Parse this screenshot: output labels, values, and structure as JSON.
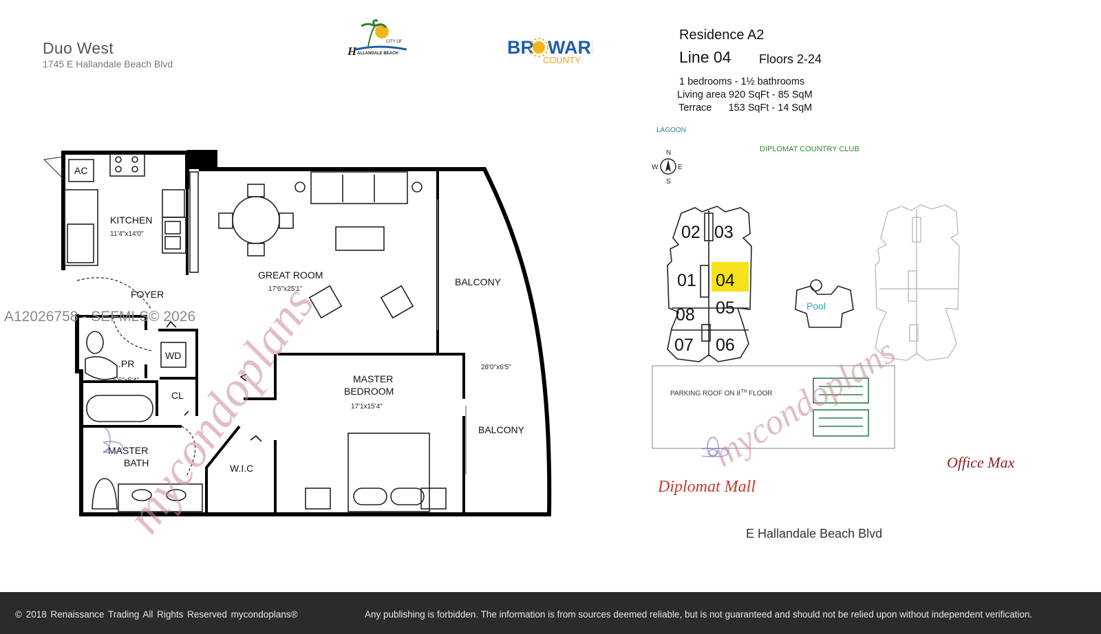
{
  "header": {
    "building": "Duo West",
    "address": "1745 E Hallandale Beach Blvd"
  },
  "logos": {
    "city_top": "CITY OF",
    "city_initial": "H",
    "city_rest": "ALLANDALE BEACH",
    "broward_left": "BR",
    "broward_right": "WARD",
    "broward_sub": "COUNTY"
  },
  "residence": {
    "name": "Residence A2",
    "line": "Line 04",
    "floors": "Floors 2-24",
    "beds_baths": "1 bedrooms - 1½ bathrooms",
    "living": "Living area 920 SqFt - 85 SqM",
    "terrace": "Terrace      153 SqFt - 14 SqM"
  },
  "site": {
    "lagoon": "LAGOON",
    "club": "DIPLOMAT COUNTRY CLUB",
    "compass": {
      "n": "N",
      "s": "S",
      "e": "E",
      "w": "W"
    },
    "units": [
      "02",
      "03",
      "01",
      "04",
      "08",
      "05",
      "07",
      "06"
    ],
    "highlighted_unit": "04",
    "pool": "Pool",
    "parking_pre": "PARKING ROOF ON 8",
    "parking_sup": "TH",
    "parking_post": " FLOOR",
    "mall": "Diplomat Mall",
    "office": "Office Max",
    "street": "E Hallandale Beach Blvd",
    "highlight_color": "#f5e21b",
    "pool_color": "#2aa6c0",
    "parking_car_color": "#2e7d4a"
  },
  "floorplan": {
    "ac": "AC",
    "kitchen": "KITCHEN",
    "kitchen_dim": "11'4\"x14'0\"",
    "foyer": "FOYER",
    "great_room": "GREAT ROOM",
    "great_room_dim": "17'6\"x25'1\"",
    "balcony_top": "BALCONY",
    "balcony_dim": "28'0\"x6'5\"",
    "balcony_bottom": "BALCONY",
    "pr": ".PR",
    "pr_dim": "5'6\"x5'4\"",
    "wd": "WD",
    "cl": "CL",
    "master_bedroom_1": "MASTER",
    "master_bedroom_2": "BEDROOM",
    "master_bedroom_dim": "17'1x15'4\"",
    "master_bath_1": "MASTER",
    "master_bath_2": "BATH",
    "wic": "W.I.C"
  },
  "watermarks": {
    "mls": "A12026758 - SEFMLS© 2026",
    "brand": "mycondoplans"
  },
  "footer": {
    "left": "© 2018  Renaissance Trading  All Rights Reserved  mycondoplans®",
    "right": "Any publishing is forbidden.  The information is from sources deemed reliable, but is not guaranteed and should not be relied upon without independent verification."
  }
}
